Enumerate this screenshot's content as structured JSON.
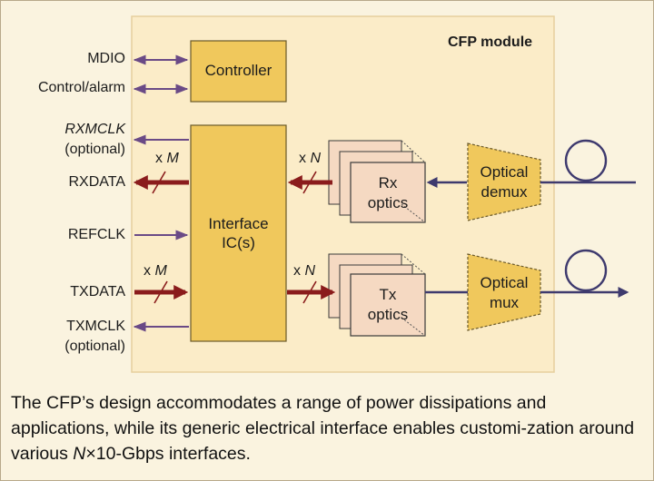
{
  "module_title": "CFP module",
  "signals": {
    "mdio": "MDIO",
    "control_alarm": "Control/alarm",
    "rxmclk": "RXMCLK",
    "rxmclk_note": "(optional)",
    "rxdata": "RXDATA",
    "refclk": "REFCLK",
    "txdata": "TXDATA",
    "txmclk": "TXMCLK",
    "txmclk_note": "(optional)"
  },
  "blocks": {
    "controller": "Controller",
    "interface_line1": "Interface",
    "interface_line2": "IC(s)",
    "rx_line1": "Rx",
    "rx_line2": "optics",
    "tx_line1": "Tx",
    "tx_line2": "optics",
    "demux_line1": "Optical",
    "demux_line2": "demux",
    "mux_line1": "Optical",
    "mux_line2": "mux"
  },
  "bus_labels": {
    "x_prefix": "x",
    "m": "M",
    "n": "N"
  },
  "caption": {
    "part1": "The CFP’s design accommodates a range of power dissipations and applications, while its generic electrical interface enables customi-zation around various ",
    "n": "N",
    "part2": "×10-Gbps interfaces."
  },
  "colors": {
    "module_bg": "#fbecc8",
    "block_fill": "#f0c85c",
    "optics_fill": "#f5d9c2",
    "arrow_purple": "#6a4a86",
    "bus_dark_red": "#8a1c1c",
    "fiber_blue": "#3e3a6e"
  }
}
